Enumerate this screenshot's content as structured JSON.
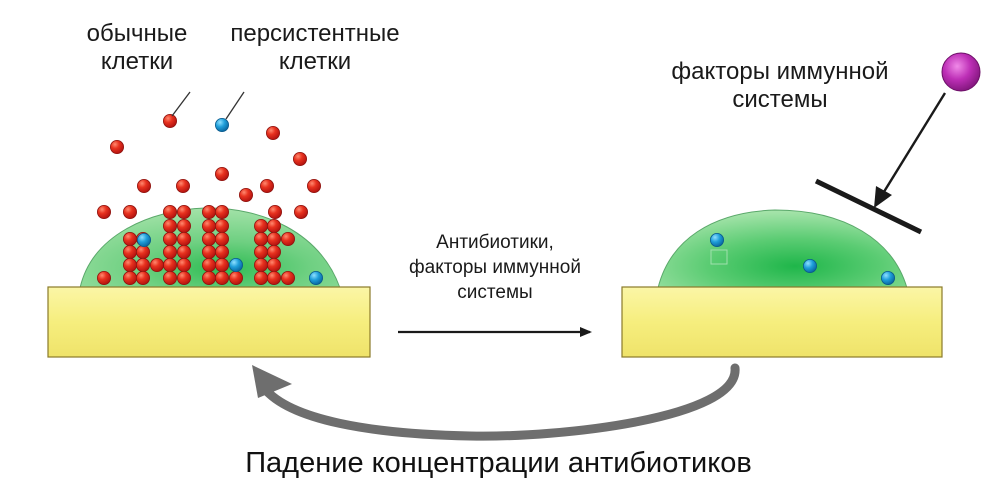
{
  "labels": {
    "normal_cells": "обычные клетки",
    "persistent_cells": "персистентные клетки",
    "immune_factors": "факторы иммунной системы",
    "arrow_caption_line1": "Антибиотики,",
    "arrow_caption_line2": "факторы иммунной",
    "arrow_caption_line3": "системы",
    "bottom_caption": "Падение концентрации антибиотиков"
  },
  "colors": {
    "substrate_fill": "#f7f08a",
    "substrate_stroke": "#8a7a2a",
    "biofilm_fill": "#8fdc9a",
    "biofilm_core": "#2fbf55",
    "normal_cell": "#e32a1c",
    "persistent_cell": "#1e9ad6",
    "immune_factor": "#b02ab0",
    "return_arrow": "#6e6e6e"
  }
}
